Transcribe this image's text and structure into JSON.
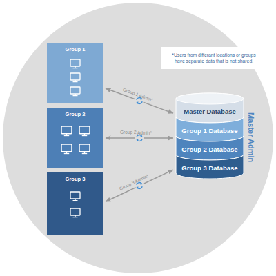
{
  "diagram": {
    "nodes": [
      {
        "text": [
          "Group 1"
        ]
      },
      {
        "text": [
          "Group 2"
        ]
      },
      {
        "text": [
          "Group 3"
        ]
      },
      {
        "text": [
          "*Users from differant locations or groups have separate data that is not shared."
        ]
      },
      {
        "text": [
          "Master Admin"
        ]
      },
      {
        "text": [
          "Master Database"
        ],
        "in": 4
      },
      {
        "text": [
          "Group 1 Database"
        ],
        "in": 4
      },
      {
        "text": [
          "Group 2 Database"
        ],
        "in": 4
      },
      {
        "text": [
          "Group 3 Database"
        ],
        "in": 4
      }
    ],
    "edges": [
      {
        "from": 0,
        "to": 6,
        "arrow": "both",
        "label": "Group 1 Admin*"
      },
      {
        "from": 1,
        "to": 7,
        "arrow": "both",
        "label": "Group 2 Admin*"
      },
      {
        "from": 2,
        "to": 8,
        "arrow": "both",
        "label": "Group 3 Admin*"
      }
    ]
  }
}
